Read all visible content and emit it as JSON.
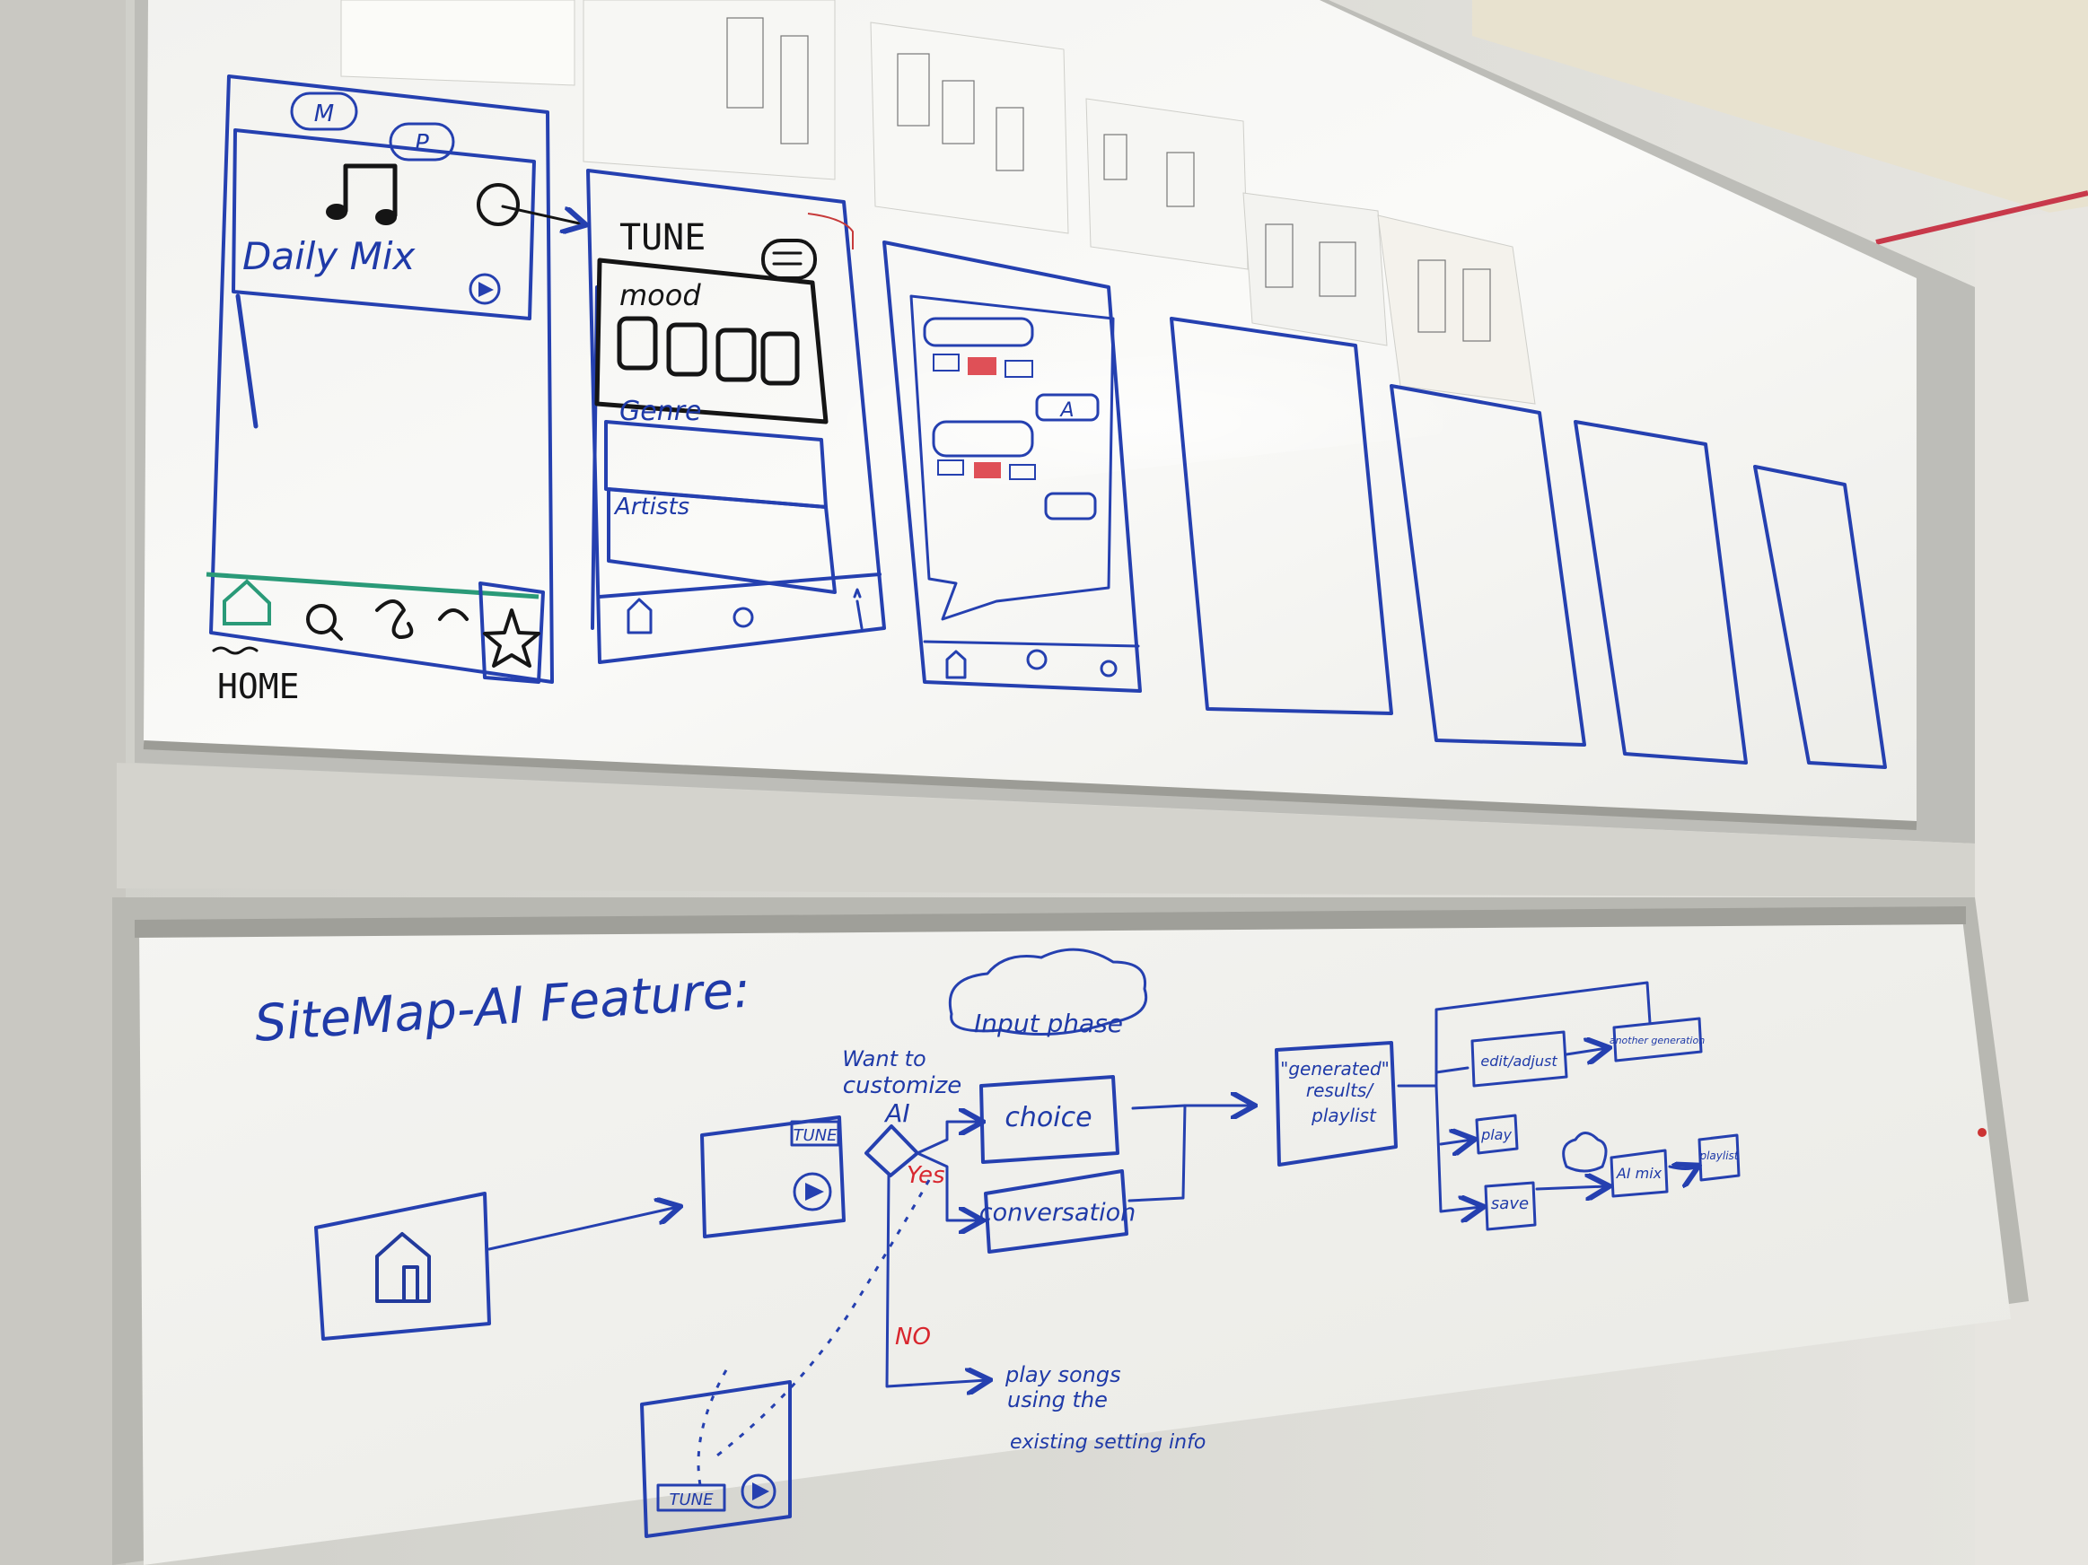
{
  "upper_board": {
    "home_screen": {
      "buttons": [
        "M",
        "P"
      ],
      "card_label": "Daily Mix",
      "caption": "HOME"
    },
    "tune_screen": {
      "title": "TUNE",
      "sections": [
        "mood",
        "Genre",
        "Artists"
      ]
    },
    "chat_screen": {
      "reply_button": "A"
    }
  },
  "lower_board": {
    "title": "SiteMap-AI Feature:",
    "tune_card_label": "TUNE",
    "decision_label": [
      "Want to",
      "customize",
      "AI"
    ],
    "input_phase_label": "Input phase",
    "choice_label": "choice",
    "conversation_label": "conversation",
    "yes_label": "Yes",
    "no_label": "NO",
    "no_result": [
      "play songs",
      "using the",
      "existing setting info"
    ],
    "results_label": [
      "\"generated\"",
      "results/",
      "playlist"
    ],
    "edit_label": "edit/adjust",
    "another_label": "another generation",
    "play_label": "play",
    "save_label": "save",
    "ai_mix_label": "AI mix",
    "playlist_label": "playlist",
    "bottom_tune_label": "TUNE"
  },
  "colors": {
    "marker_blue": "#2540b0",
    "marker_red": "#d8262e",
    "marker_green": "#2a9a78",
    "board_white": "#f4f4f1"
  }
}
